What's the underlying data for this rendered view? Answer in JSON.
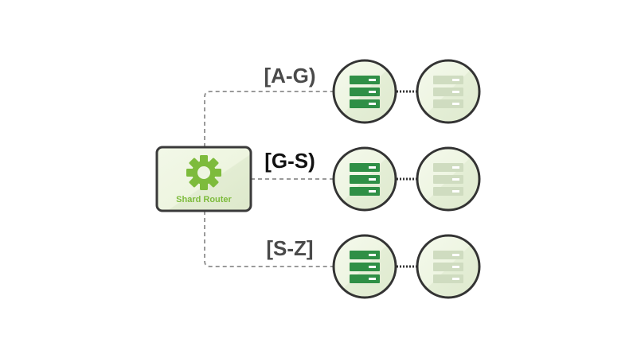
{
  "router": {
    "label": "Shard Router",
    "accent_color": "#7dbb3c",
    "icon": "gear-icon"
  },
  "shards": [
    {
      "label": "[A-G)",
      "active": false
    },
    {
      "label": "[G-S)",
      "active": true
    },
    {
      "label": "[S-Z]",
      "active": false
    }
  ],
  "colors": {
    "primary_server": "#2f8f46",
    "replica_server": "#cfdcc0",
    "node_fill": "#f1f7e6",
    "node_border": "#333333",
    "connector": "#9a9a9a"
  }
}
